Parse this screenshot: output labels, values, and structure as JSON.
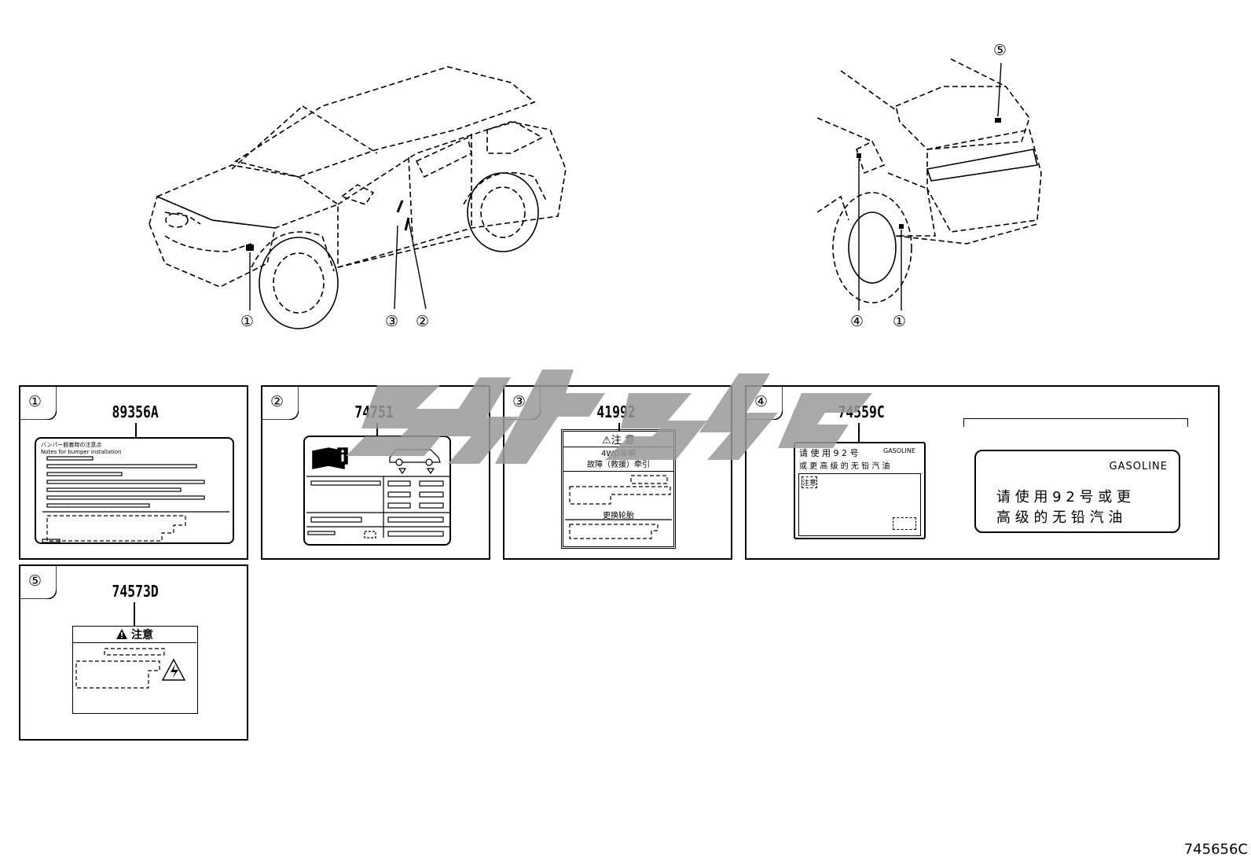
{
  "callouts": {
    "front": [
      "①",
      "③",
      "②"
    ],
    "rear": [
      "⑤",
      "④",
      "①"
    ]
  },
  "panels": [
    {
      "num": "①",
      "part": "89356A",
      "label_text": {
        "line1": "バンパー脱着時の注意点",
        "line2": "Notes for bumper installation"
      }
    },
    {
      "num": "②",
      "part": "74751"
    },
    {
      "num": "③",
      "part": "41992",
      "label_text": {
        "caution": "⚠注 意",
        "line1": "4WD车辆",
        "line2": "故障（救援）牵引",
        "line3": "更换轮胎"
      }
    },
    {
      "num": "④",
      "part": "74559C",
      "label_text": {
        "line1": "请 使 用 9 2 号",
        "gasoline_small": "GASOLINE",
        "line2": "或 更 高 级 的 无 铅 汽 油",
        "note": "注意"
      },
      "enlarged": {
        "gasoline": "GASOLINE",
        "line1": "请 使 用 9 2 号 或 更",
        "line2": "高 级 的 无 铅 汽 油"
      }
    },
    {
      "num": "⑤",
      "part": "74573D",
      "label_text": {
        "caution": "注意"
      }
    }
  ],
  "doc_code": "745656C",
  "icons": [
    "manual-book-icon",
    "vehicle-icon",
    "warning-triangle-icon",
    "high-voltage-icon"
  ]
}
